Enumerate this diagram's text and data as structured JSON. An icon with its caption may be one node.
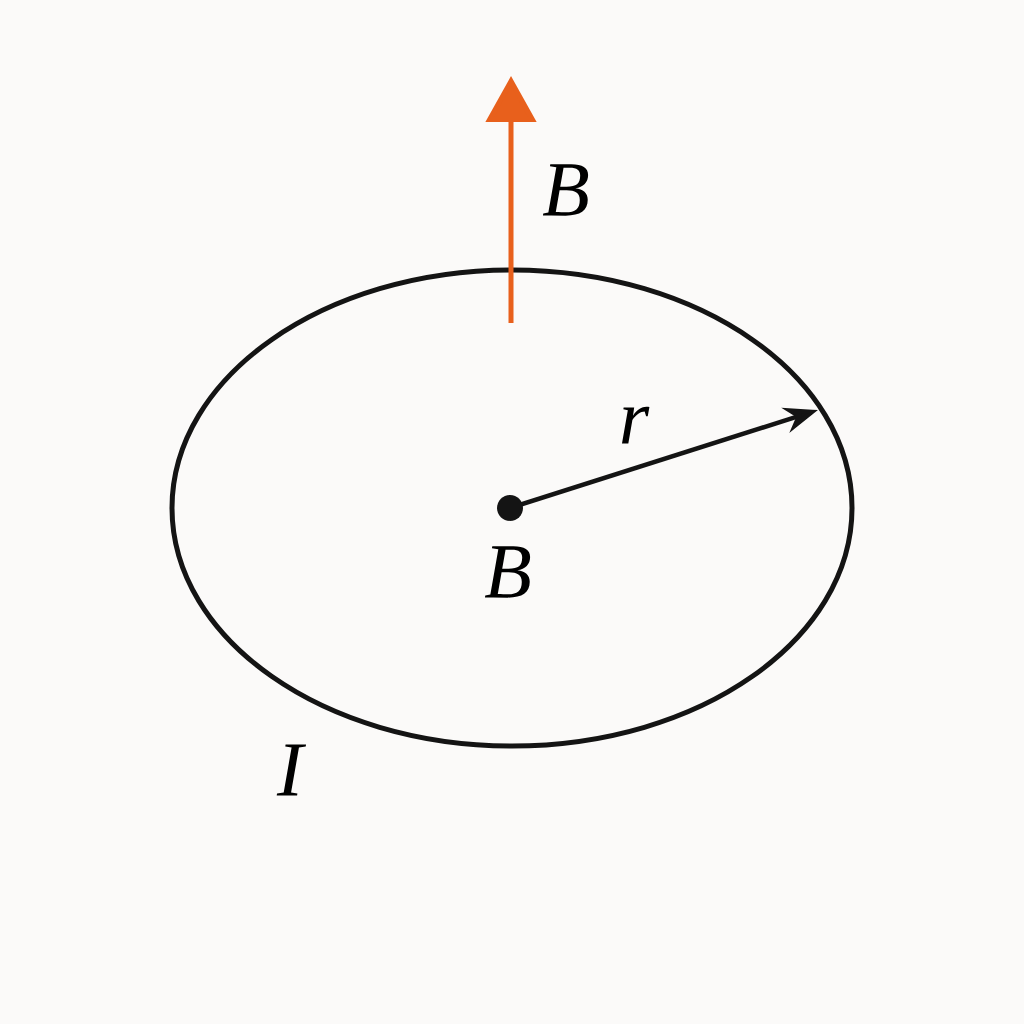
{
  "diagram": {
    "labels": [
      "B",
      "r",
      "B",
      "I"
    ]
  }
}
